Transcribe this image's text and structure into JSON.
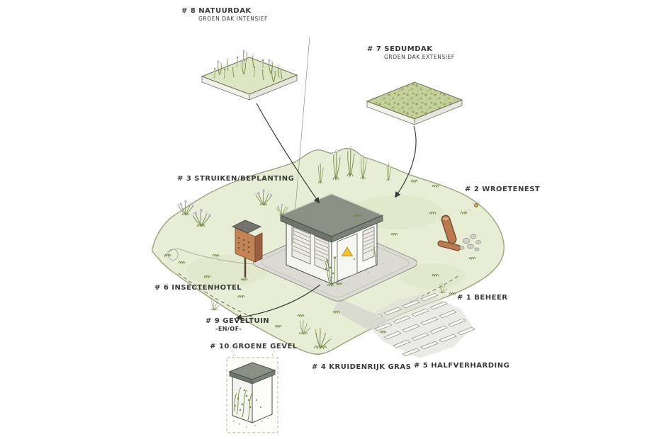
{
  "colors": {
    "paper": "#ffffff",
    "ground": "#e8edd6",
    "ground_line": "#9aa37c",
    "pad": "#dbdbd4",
    "roof": "#8a9184",
    "warning": "#f2c230",
    "ink": "#3a3a38",
    "vegetation": "#7d9054"
  },
  "annotations": {
    "beheer": {
      "label": "# 1  BEHEER"
    },
    "wroetenest": {
      "label": "# 2  WROETENEST"
    },
    "struiken": {
      "label": "# 3  STRUIKEN/BEPLANTING"
    },
    "kruidenrijk_gras": {
      "label": "# 4  KRUIDENRIJK GRAS"
    },
    "halfverharding": {
      "label": "# 5  HALFVERHARDING"
    },
    "insectenhotel": {
      "label": "# 6  INSECTENHOTEL"
    },
    "sedumdak": {
      "title": "# 7  SEDUMDAK",
      "subtitle": "GROEN DAK EXTENSIEF"
    },
    "natuurdak": {
      "title": "# 8  NATUURDAK",
      "subtitle": "GROEN DAK INTENSIEF"
    },
    "geveltuin": {
      "label": "# 9  GEVELTUIN",
      "connector": "-EN/OF-"
    },
    "groene_gevel": {
      "label": "# 10  GROENE GEVEL"
    }
  }
}
